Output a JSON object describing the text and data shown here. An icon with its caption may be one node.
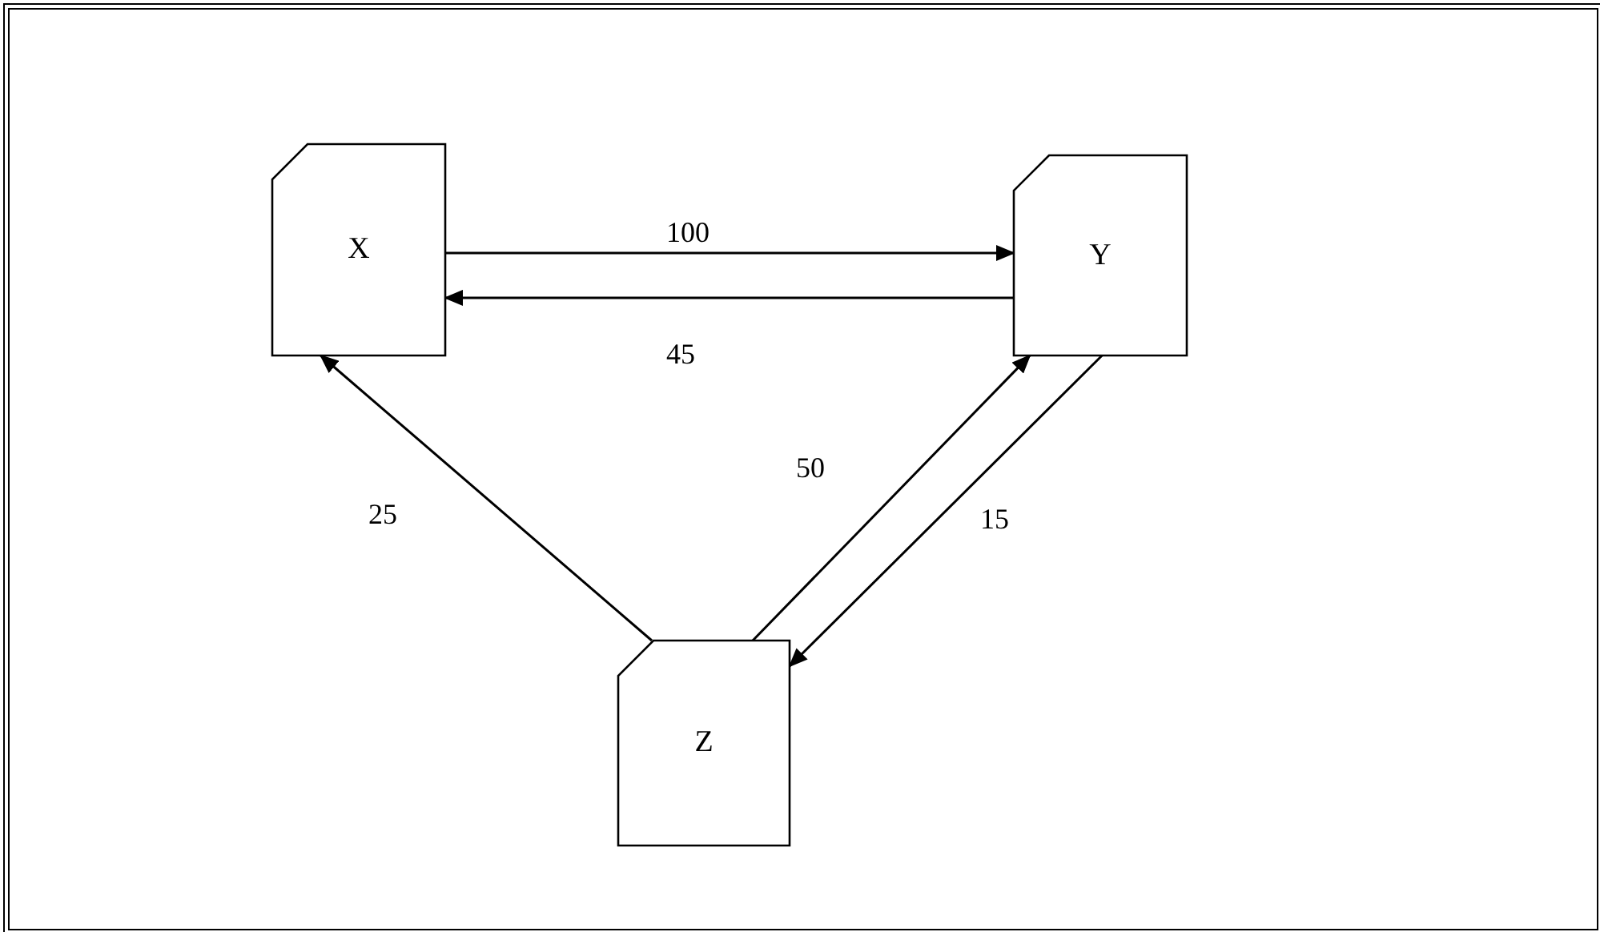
{
  "diagram": {
    "nodes": [
      {
        "text": [
          "X"
        ]
      },
      {
        "text": [
          "Y"
        ]
      },
      {
        "text": [
          "Z"
        ]
      }
    ],
    "edges": [
      {
        "from": 0,
        "to": 1,
        "arrow": "to",
        "label": "100"
      },
      {
        "from": 1,
        "to": 0,
        "arrow": "to",
        "label": "45"
      },
      {
        "from": 2,
        "to": 0,
        "arrow": "to",
        "label": "25"
      },
      {
        "from": 2,
        "to": 1,
        "arrow": "to",
        "label": "50"
      },
      {
        "from": 1,
        "to": 2,
        "arrow": "to",
        "label": "15"
      }
    ]
  }
}
